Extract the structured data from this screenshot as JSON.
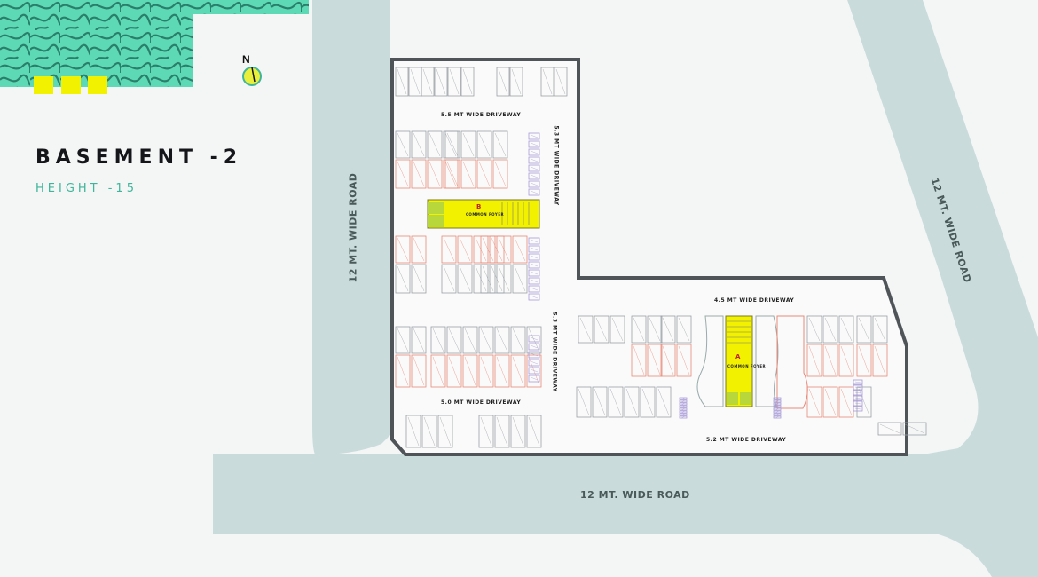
{
  "header": {
    "title": "BASEMENT -2",
    "subtitle": "HEIGHT -15"
  },
  "compass": {
    "label": "N"
  },
  "roads": {
    "left": "12 MT. WIDE ROAD",
    "right": "12 MT. WIDE ROAD",
    "bottom": "12 MT. WIDE ROAD"
  },
  "driveways": {
    "top": "5.5 MT WIDE DRIVEWAY",
    "upper_vertical": "5.3 MT WIDE DRIVEWAY",
    "lower_vertical": "5.3 MT WIDE DRIVEWAY",
    "middle": "5.0 MT WIDE DRIVEWAY",
    "right_top": "4.5 MT WIDE DRIVEWAY",
    "right_bottom": "5.2 MT WIDE DRIVEWAY"
  },
  "foyers": [
    {
      "tower": "B",
      "label": "COMMON FOYER"
    },
    {
      "tower": "A",
      "label": "COMMON FOYER"
    }
  ],
  "colors": {
    "road": "#c9dcdb",
    "accent": "#5ed9b5",
    "highlight_yellow": "#f2f200",
    "building_outline": "#4f5459",
    "parking_red": "#e88a7a",
    "title": "#14161a",
    "subtitle": "#3fb59b"
  }
}
